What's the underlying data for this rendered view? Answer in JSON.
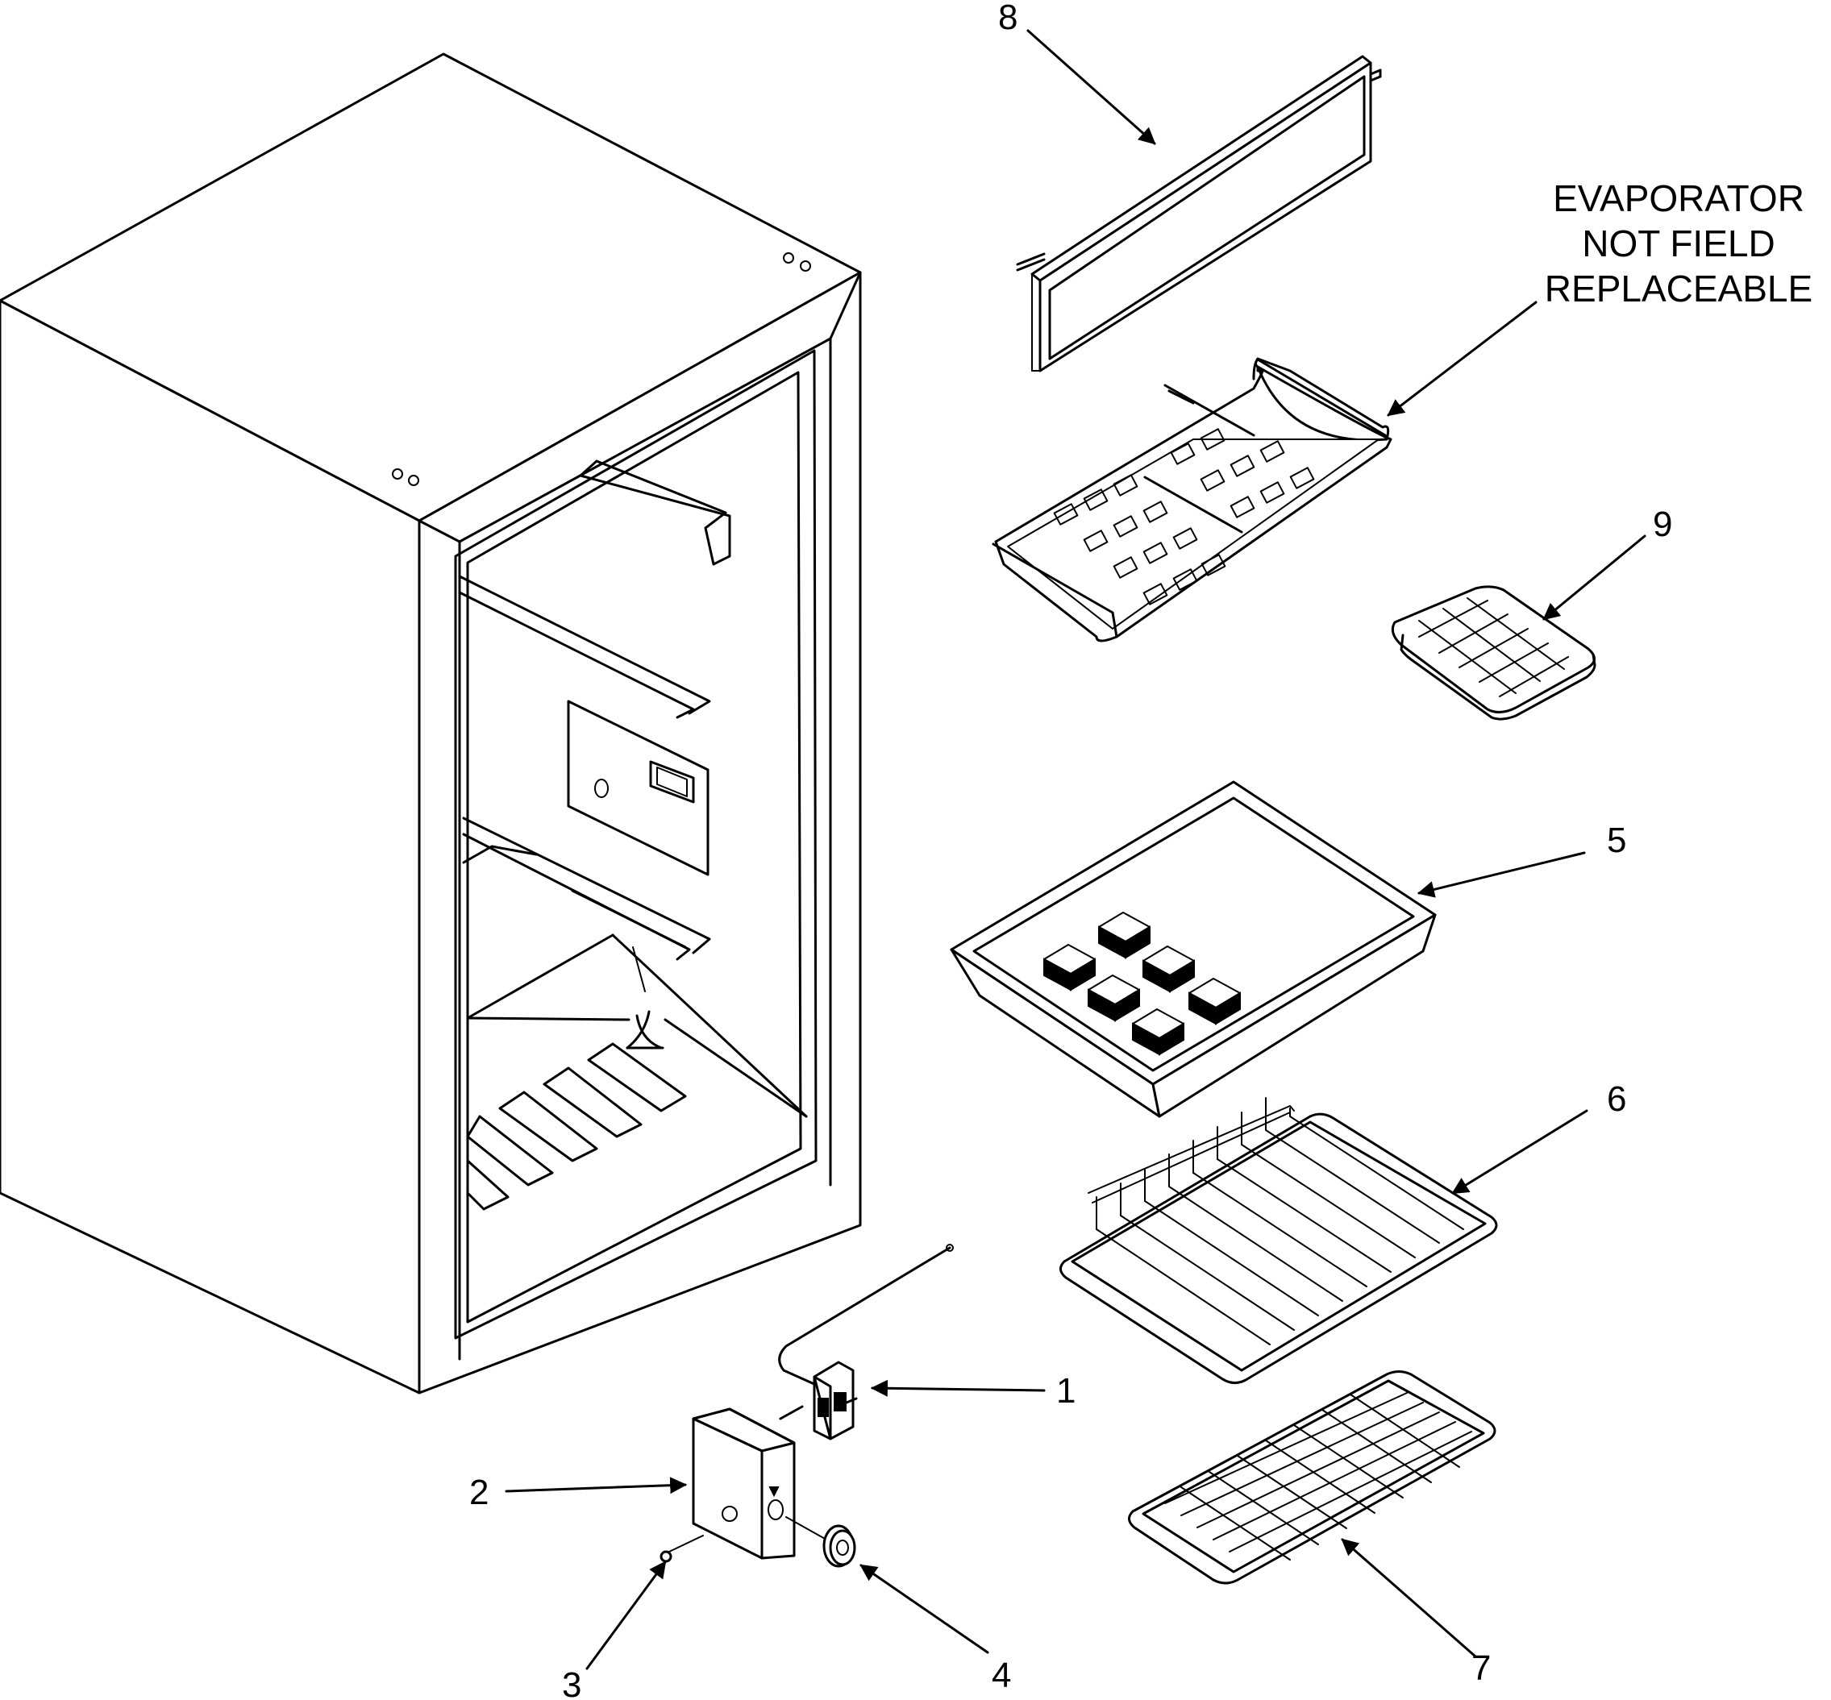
{
  "callouts": {
    "c1": "1",
    "c2": "2",
    "c3": "3",
    "c4": "4",
    "c5": "5",
    "c6": "6",
    "c7": "7",
    "c8": "8",
    "c9": "9"
  },
  "note": {
    "line1": "EVAPORATOR",
    "line2": "NOT FIELD",
    "line3": "REPLACEABLE"
  }
}
